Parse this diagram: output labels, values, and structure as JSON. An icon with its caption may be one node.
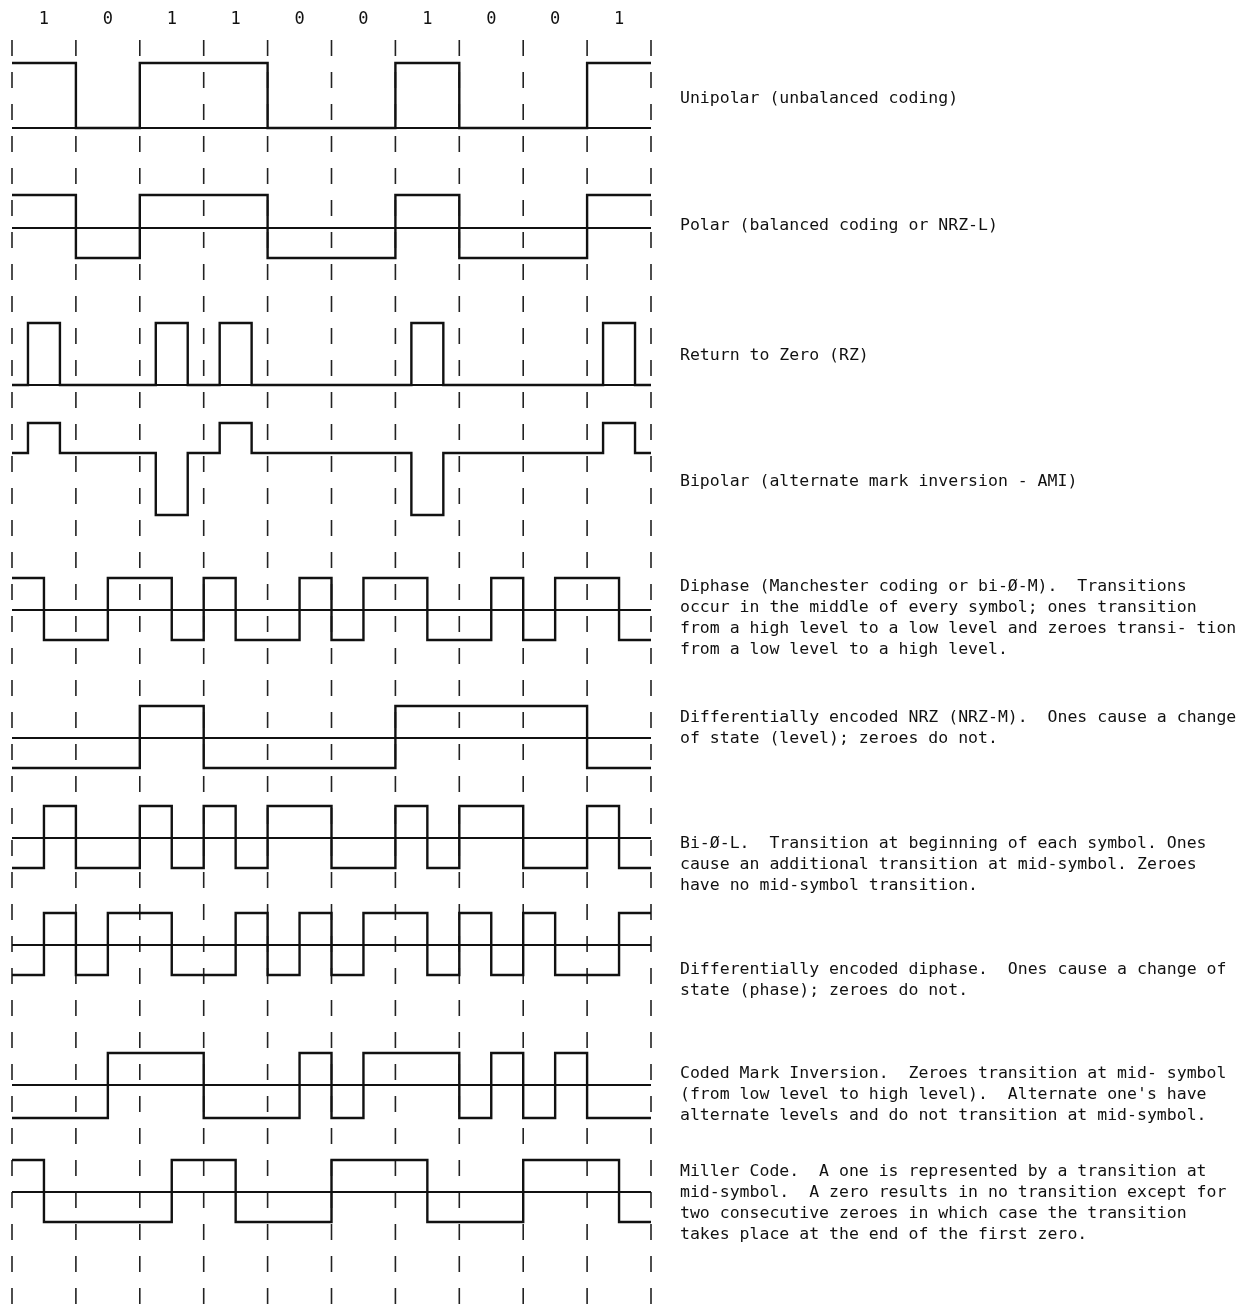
{
  "diagram": {
    "labels": [
      "1",
      "0",
      "1",
      "1",
      "0",
      "0",
      "1",
      "0",
      "0",
      "1",
      "Unipolar (unbalanced coding)",
      "Polar (balanced coding or NRZ-L)",
      "Return to Zero (RZ)",
      "Bipolar (alternate mark inversion - AMI)",
      "Diphase (Manchester coding or bi-Ø-M).  Transitions occur in the middle of every symbol; ones transition from a high level to a low level and zeroes transi- tion from a low level to a high level.",
      "Differentially encoded NRZ (NRZ-M).  Ones cause a change of state (level); zeroes do not.",
      "Bi-Ø-L.  Transition at beginning of each symbol. Ones cause an additional transition at mid-symbol. Zeroes have no mid-symbol transition.",
      "Differentially encoded diphase.  Ones cause a change of state (phase); zeroes do not.",
      "Coded Mark Inversion.  Zeroes transition at mid- symbol (from low level to high level).  Alternate one's have alternate levels and do not transition at mid-symbol.",
      "Miller Code.  A one is represented by a transition at mid-symbol.  A zero results in no transition except for two consecutive zeroes in which case the transition takes place at the end of the first zero."
    ]
  }
}
